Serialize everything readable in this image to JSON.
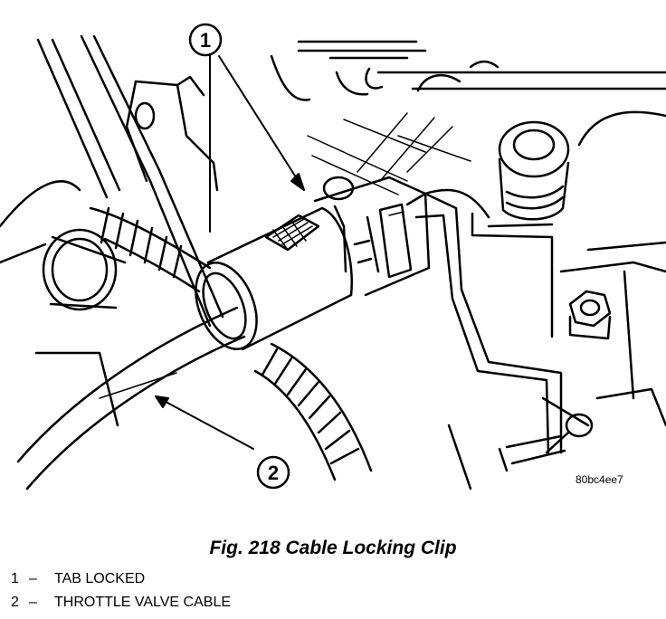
{
  "figure": {
    "caption": "Fig. 218 Cable Locking Clip",
    "image_id": "80bc4ee7",
    "callouts": [
      {
        "number": "1",
        "label": "TAB LOCKED"
      },
      {
        "number": "2",
        "label": "THROTTLE VALVE CABLE"
      }
    ],
    "legend_dash": "–"
  },
  "colors": {
    "ink": "#000000",
    "paper": "#ffffff"
  }
}
